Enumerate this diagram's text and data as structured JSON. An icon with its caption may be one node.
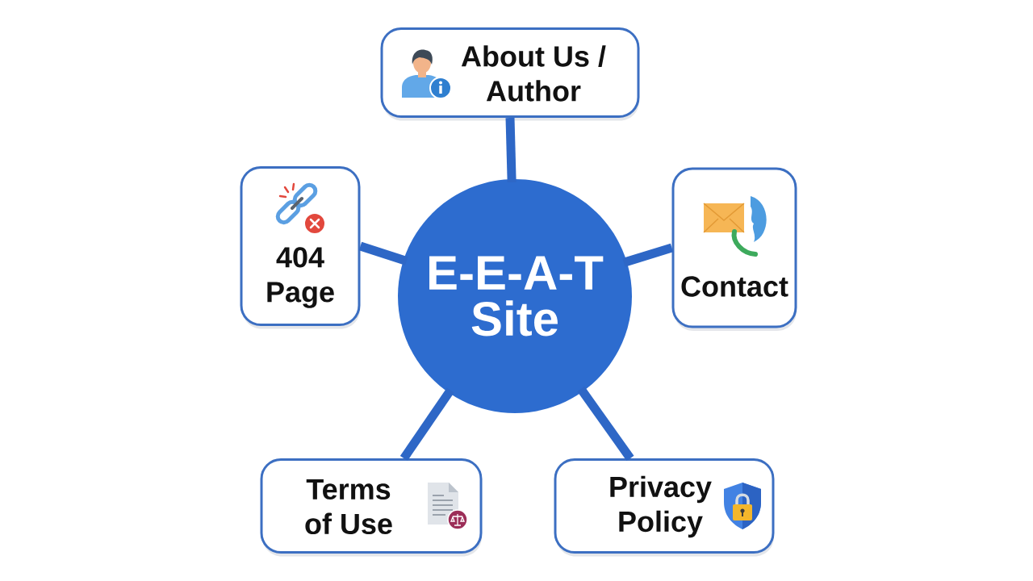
{
  "diagram": {
    "nodes": [
      {
        "text": [
          "About Us / Author"
        ]
      },
      {
        "text": [
          "404 Page"
        ]
      },
      {
        "text": [
          "E-E-A-T Site"
        ]
      },
      {
        "text": [
          "Contact"
        ]
      },
      {
        "text": [
          "Terms of Use"
        ]
      },
      {
        "text": [
          "Privacy Policy"
        ]
      }
    ],
    "edges": [
      {
        "from": 2,
        "to": 0,
        "arrow": "none"
      },
      {
        "from": 2,
        "to": 1,
        "arrow": "none"
      },
      {
        "from": 2,
        "to": 3,
        "arrow": "none"
      },
      {
        "from": 2,
        "to": 4,
        "arrow": "none"
      },
      {
        "from": 2,
        "to": 5,
        "arrow": "none"
      }
    ]
  }
}
